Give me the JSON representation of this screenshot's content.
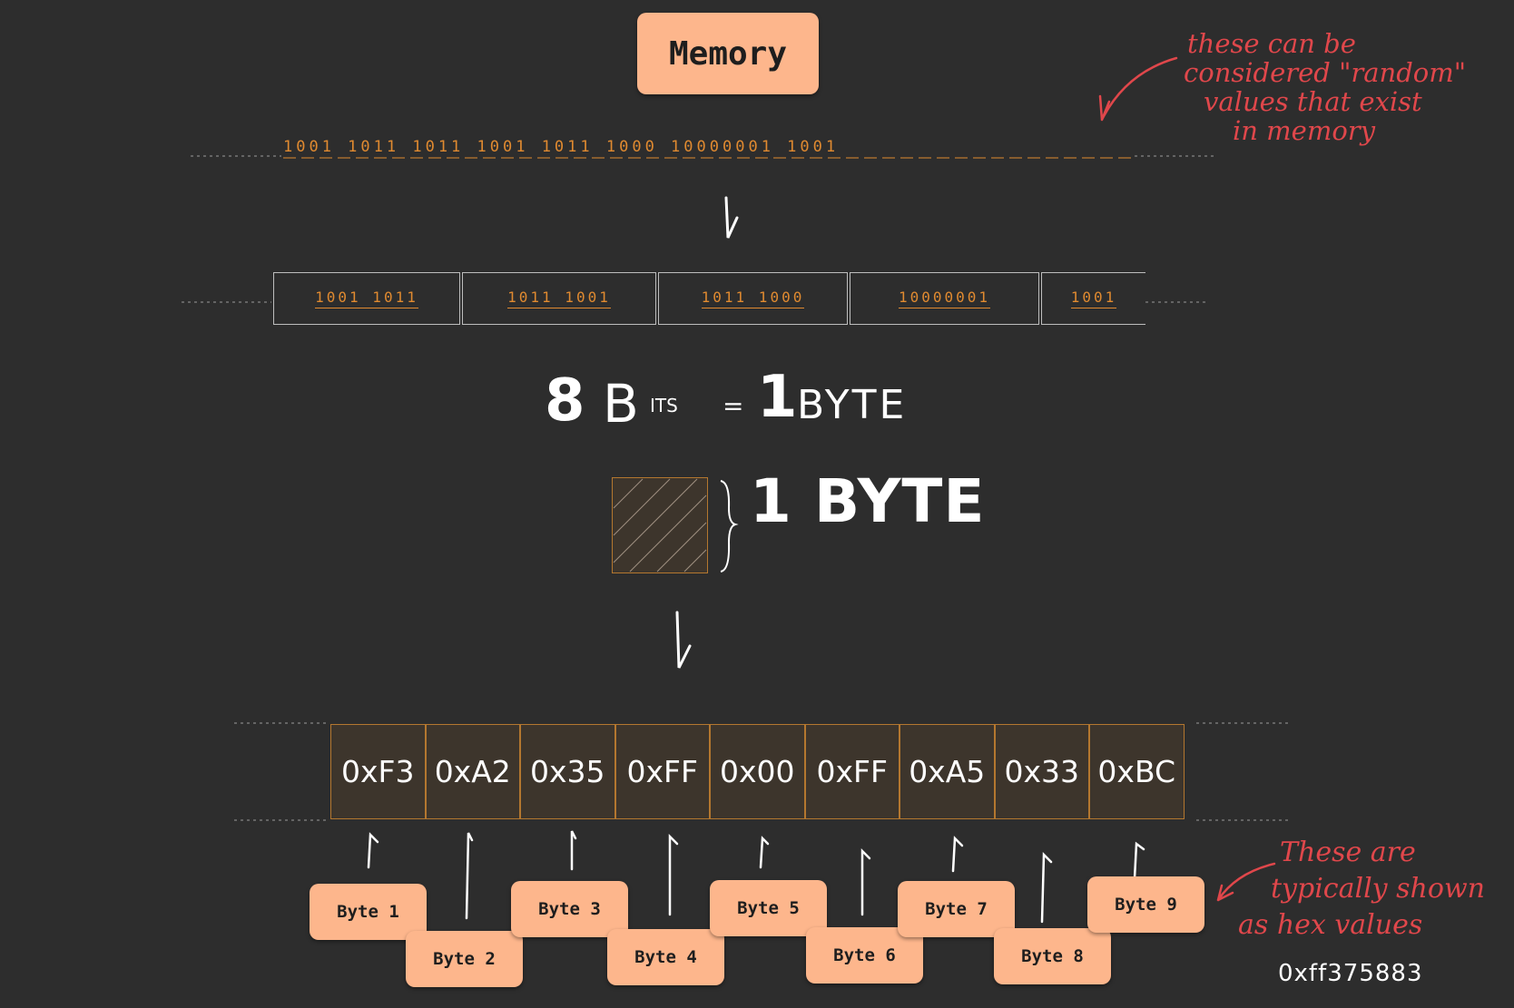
{
  "title": "Memory",
  "annotation_top": {
    "lines": [
      "these can be",
      "considered \"random\"",
      "values that exist",
      "in memory"
    ]
  },
  "bit_stream": "1001 1011 1011 1001 1011 1000 10000001 1001",
  "bit_groups": [
    "1001 1011",
    "1011 1001",
    "1011 1000",
    "10000001",
    "1001"
  ],
  "equation": {
    "lhs_number": "8",
    "lhs_unit_big": "B",
    "lhs_unit_small": "ITS",
    "equals": "=",
    "rhs_number": "1",
    "rhs_unit": "BYTE"
  },
  "byte_legend": "1 BYTE",
  "hex_values": [
    "0xF3",
    "0xA2",
    "0x35",
    "0xFF",
    "0x00",
    "0xFF",
    "0xA5",
    "0x33",
    "0xBC"
  ],
  "byte_labels": [
    "Byte 1",
    "Byte 2",
    "Byte 3",
    "Byte 4",
    "Byte 5",
    "Byte 6",
    "Byte 7",
    "Byte 8",
    "Byte 9"
  ],
  "annotation_bottom": {
    "lines": [
      "These are",
      "typically shown",
      "as hex values"
    ],
    "example": "0xff375883"
  },
  "colors": {
    "background": "#2d2d2d",
    "pill": "#fdb68c",
    "bits": "#e08a30",
    "annotation": "#e0474b",
    "cell_fill": "#3d352c",
    "cell_border": "#b4772f"
  }
}
